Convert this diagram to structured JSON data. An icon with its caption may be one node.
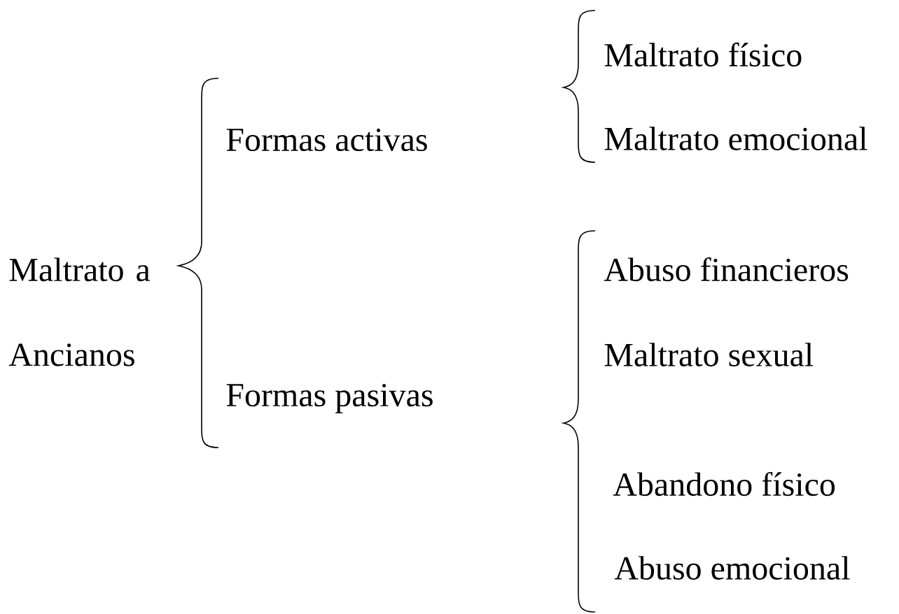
{
  "diagram": {
    "nodes": [
      {
        "text": [
          "Maltrato a Ancianos"
        ]
      },
      {
        "text": [
          "Formas activas"
        ]
      },
      {
        "text": [
          "Formas pasivas"
        ]
      },
      {
        "text": [
          "Maltrato físico"
        ]
      },
      {
        "text": [
          "Maltrato emocional"
        ]
      },
      {
        "text": [
          "Abuso financieros"
        ]
      },
      {
        "text": [
          "Maltrato sexual"
        ]
      },
      {
        "text": [
          "Abandono físico"
        ]
      },
      {
        "text": [
          "Abuso emocional"
        ]
      }
    ]
  }
}
